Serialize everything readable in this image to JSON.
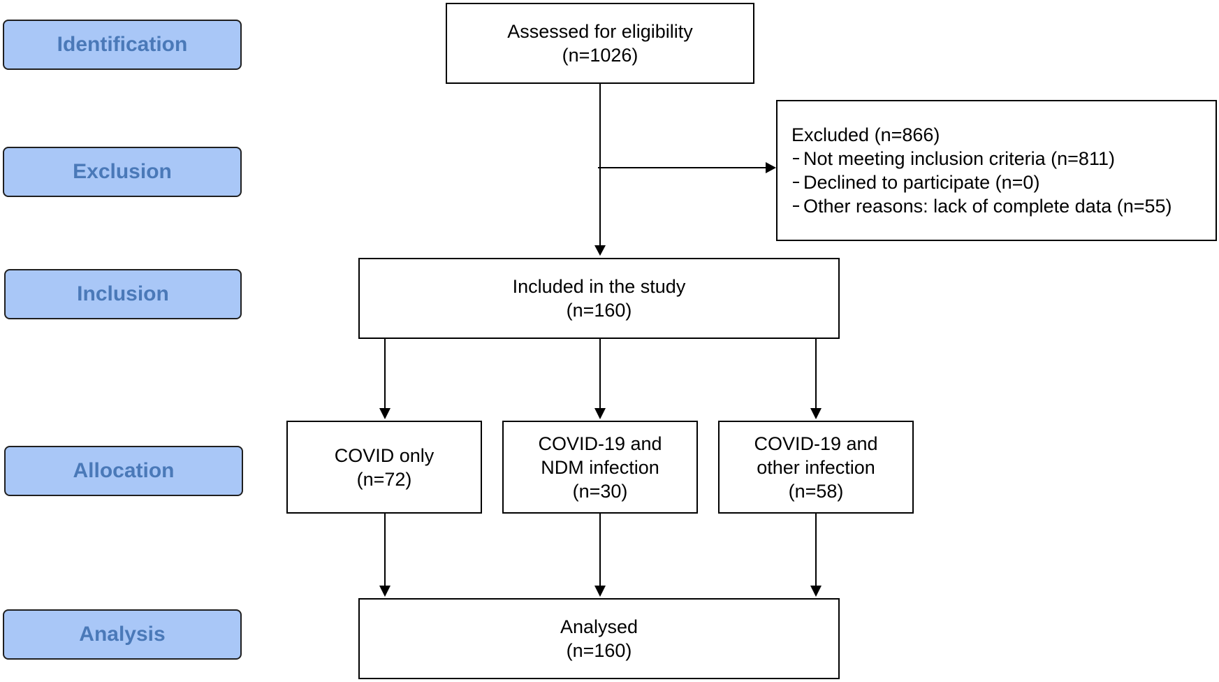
{
  "stages": {
    "identification": "Identification",
    "exclusion": "Exclusion",
    "inclusion": "Inclusion",
    "allocation": "Allocation",
    "analysis": "Analysis"
  },
  "assessed": {
    "line1": "Assessed for eligibility",
    "line2": "(n=1026)"
  },
  "excluded": {
    "title": "Excluded (n=866)",
    "items": [
      "Not meeting inclusion criteria (n=811)",
      "Declined to participate (n=0)",
      "Other reasons: lack of complete data (n=55)"
    ]
  },
  "included": {
    "line1": "Included in the study",
    "line2": "(n=160)"
  },
  "groups": [
    {
      "lines": [
        "COVID only",
        "(n=72)"
      ]
    },
    {
      "lines": [
        "COVID-19 and",
        "NDM  infection",
        "(n=30)"
      ]
    },
    {
      "lines": [
        "COVID-19 and",
        "other infection",
        "(n=58)"
      ]
    }
  ],
  "analysed": {
    "line1": "Analysed",
    "line2": "(n=160)"
  },
  "colors": {
    "stage_fill": "#a9c7f7",
    "stage_text": "#4a79b8",
    "line": "#000000"
  }
}
